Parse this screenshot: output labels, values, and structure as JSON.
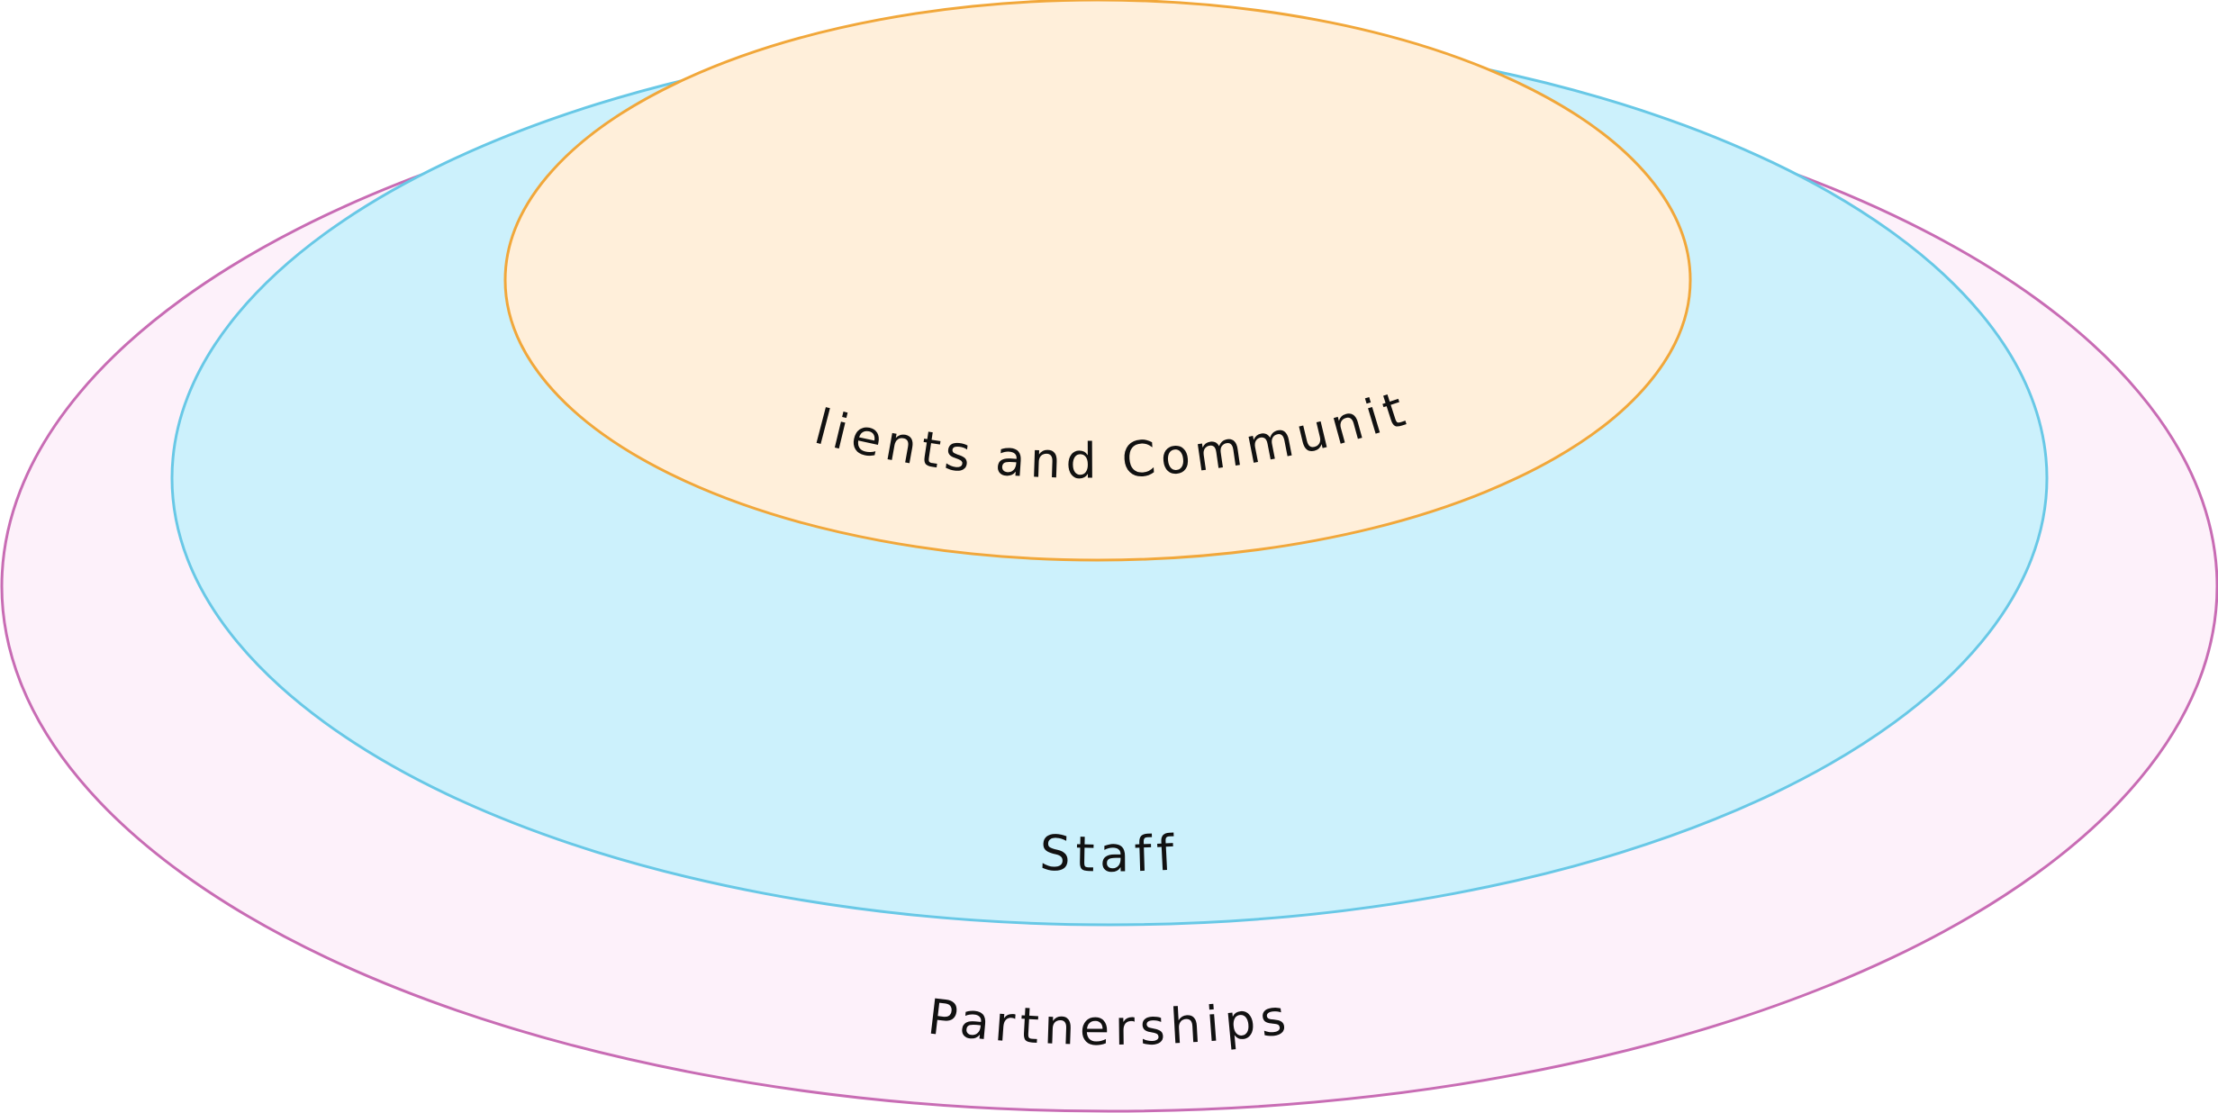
{
  "diagram": {
    "rings": [
      {
        "id": "partnerships",
        "label": "Partnerships",
        "fill": "#fdf1fa",
        "stroke": "#c86cb4"
      },
      {
        "id": "staff",
        "label": "Staff",
        "fill": "#ccf1fc",
        "stroke": "#68c8e6"
      },
      {
        "id": "clients-and-community",
        "label": "Clients and Community",
        "fill": "#ffefda",
        "stroke": "#f1a73a"
      }
    ]
  }
}
